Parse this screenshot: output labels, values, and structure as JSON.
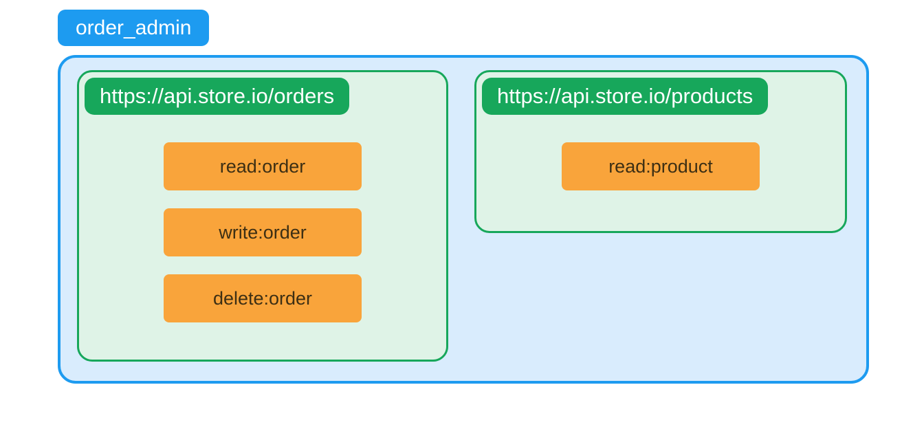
{
  "role": {
    "label": "order_admin"
  },
  "resources": [
    {
      "url": "https://api.store.io/orders",
      "scopes": [
        "read:order",
        "write:order",
        "delete:order"
      ]
    },
    {
      "url": "https://api.store.io/products",
      "scopes": [
        "read:product"
      ]
    }
  ],
  "colors": {
    "blue": "#1d9bf0",
    "blue-light": "#d9ecfd",
    "green": "#17a75b",
    "green-light": "#dff3e7",
    "orange": "#f9a43b",
    "orange-text": "#3d2f14",
    "white": "#ffffff"
  }
}
